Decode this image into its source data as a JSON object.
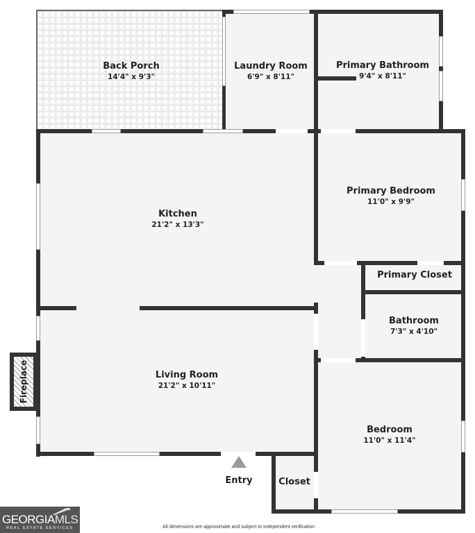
{
  "floorplan": {
    "rooms": [
      {
        "id": "back-porch",
        "name": "Back Porch",
        "dims": "14'4\" x 9'3\""
      },
      {
        "id": "laundry-room",
        "name": "Laundry Room",
        "dims": "6'9\" x 8'11\""
      },
      {
        "id": "primary-bathroom",
        "name": "Primary Bathroom",
        "dims": "9'4\" x 8'11\""
      },
      {
        "id": "kitchen",
        "name": "Kitchen",
        "dims": "21'2\" x 13'3\""
      },
      {
        "id": "primary-bedroom",
        "name": "Primary Bedroom",
        "dims": "11'0\" x 9'9\""
      },
      {
        "id": "primary-closet",
        "name": "Primary Closet",
        "dims": ""
      },
      {
        "id": "bathroom",
        "name": "Bathroom",
        "dims": "7'3\" x 4'10\""
      },
      {
        "id": "living-room",
        "name": "Living Room",
        "dims": "21'2\" x 10'11\""
      },
      {
        "id": "bedroom",
        "name": "Bedroom",
        "dims": "11'0\" x 11'4\""
      },
      {
        "id": "closet",
        "name": "Closet",
        "dims": ""
      }
    ],
    "fireplace_label": "Fireplace",
    "entry_label": "Entry"
  },
  "footer": {
    "logo_brand_main": "GEORGIA",
    "logo_brand_accent": "MLS",
    "logo_sub": "REAL ESTATE SERVICES",
    "disclaimer": "All dimensions are approximate and subject to independent verification"
  },
  "colors": {
    "wall": "#333333",
    "floor": "#f4f4f4",
    "entry_arrow": "#9b9b9b",
    "logo_bg": "#555555"
  }
}
